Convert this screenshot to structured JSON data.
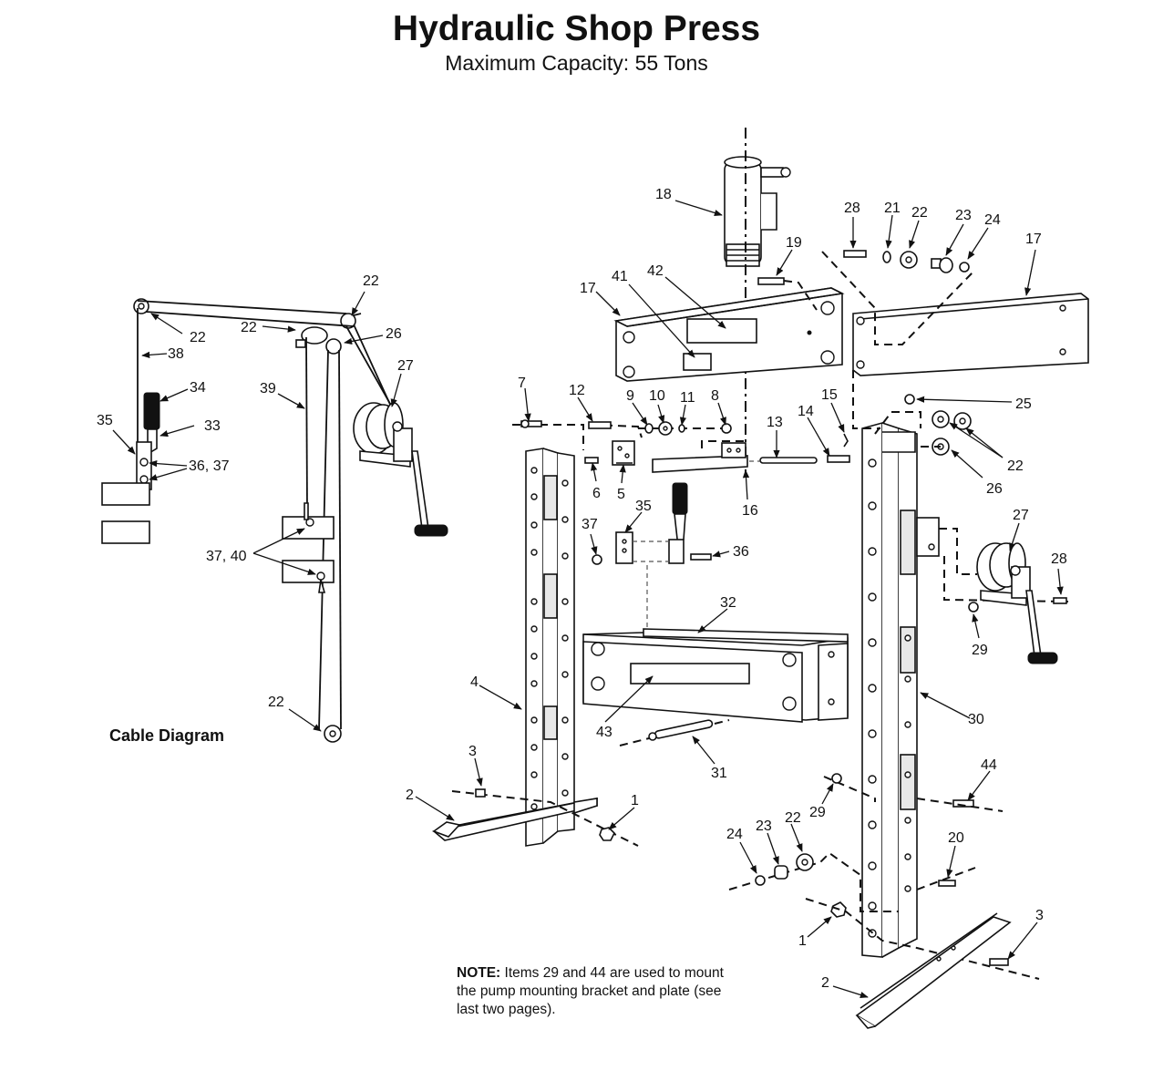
{
  "title": "Hydraulic Shop Press",
  "subtitle": "Maximum Capacity: 55 Tons",
  "cable_diagram_label": "Cable Diagram",
  "note": {
    "label": "NOTE:",
    "text": "Items 29 and 44 are used to mount the pump mounting bracket and plate (see last two pages)."
  },
  "callouts": {
    "c1a": "1",
    "c1b": "1",
    "c2a": "2",
    "c2b": "2",
    "c3a": "3",
    "c3b": "3",
    "c4": "4",
    "c5": "5",
    "c6": "6",
    "c7": "7",
    "c8": "8",
    "c9": "9",
    "c10": "10",
    "c11": "11",
    "c12": "12",
    "c13": "13",
    "c14": "14",
    "c15": "15",
    "c16": "16",
    "c17a": "17",
    "c17b": "17",
    "c18": "18",
    "c19": "19",
    "c20": "20",
    "c21": "21",
    "c22a": "22",
    "c22b": "22",
    "c22c": "22",
    "c22d": "22",
    "c22e": "22",
    "c22f": "22",
    "c23a": "23",
    "c23b": "23",
    "c24a": "24",
    "c24b": "24",
    "c25": "25",
    "c26a": "26",
    "c26b": "26",
    "c27a": "27",
    "c27b": "27",
    "c28a": "28",
    "c28b": "28",
    "c29a": "29",
    "c29b": "29",
    "c30": "30",
    "c31": "31",
    "c32": "32",
    "c33": "33",
    "c34": "34",
    "c35a": "35",
    "c35b": "35",
    "c36": "36",
    "c3637": "36, 37",
    "c37": "37",
    "c3740": "37, 40",
    "c38": "38",
    "c39": "39",
    "c41": "41",
    "c42": "42",
    "c43": "43",
    "c44": "44"
  }
}
